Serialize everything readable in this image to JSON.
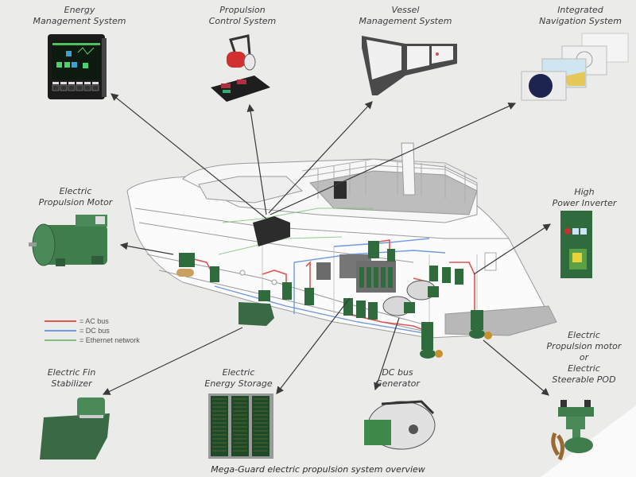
{
  "diagram": {
    "caption": "Mega-Guard electric propulsion system overview",
    "colors": {
      "background": "#ebebea",
      "ac_bus": "#e05555",
      "dc_bus": "#6f9be0",
      "ethernet": "#7fbf7f",
      "equipment_green": "#2f6b3c",
      "arrow": "#3a3a3a"
    },
    "legend": [
      {
        "key": "ac_bus",
        "label": "= AC bus"
      },
      {
        "key": "dc_bus",
        "label": "= DC bus"
      },
      {
        "key": "ethernet",
        "label": "= Ethernet network"
      }
    ],
    "components": {
      "energy_management": {
        "line1": "Energy",
        "line2": "Management System",
        "icon": "touchscreen-display-icon"
      },
      "propulsion_control": {
        "line1": "Propulsion",
        "line2": "Control System",
        "icon": "throttle-lever-icon"
      },
      "vessel_management": {
        "line1": "Vessel",
        "line2": "Management System",
        "icon": "console-screens-icon"
      },
      "integrated_navigation": {
        "line1": "Integrated",
        "line2": "Navigation System",
        "icon": "radar-chart-screens-icon"
      },
      "electric_propulsion_motor": {
        "line1": "Electric",
        "line2": "Propulsion Motor",
        "icon": "electric-motor-icon"
      },
      "high_power_inverter": {
        "line1": "High",
        "line2": "Power Inverter",
        "icon": "inverter-cabinet-icon"
      },
      "electric_fin_stabilizer": {
        "line1": "Electric Fin",
        "line2": "Stabilizer",
        "icon": "fin-stabilizer-icon"
      },
      "electric_energy_storage": {
        "line1": "Electric",
        "line2": "Energy Storage",
        "icon": "battery-rack-icon"
      },
      "dc_bus_generator": {
        "line1": "DC bus",
        "line2": "Generator",
        "icon": "generator-engine-icon"
      },
      "propulsion_pod": {
        "line1": "Electric",
        "line2": "Propulsion motor",
        "line3": "or",
        "line4": "Electric",
        "line5": "Steerable POD",
        "icon": "steerable-pod-icon"
      }
    },
    "vessel": {
      "icon": "yacht-cutaway-icon"
    }
  }
}
